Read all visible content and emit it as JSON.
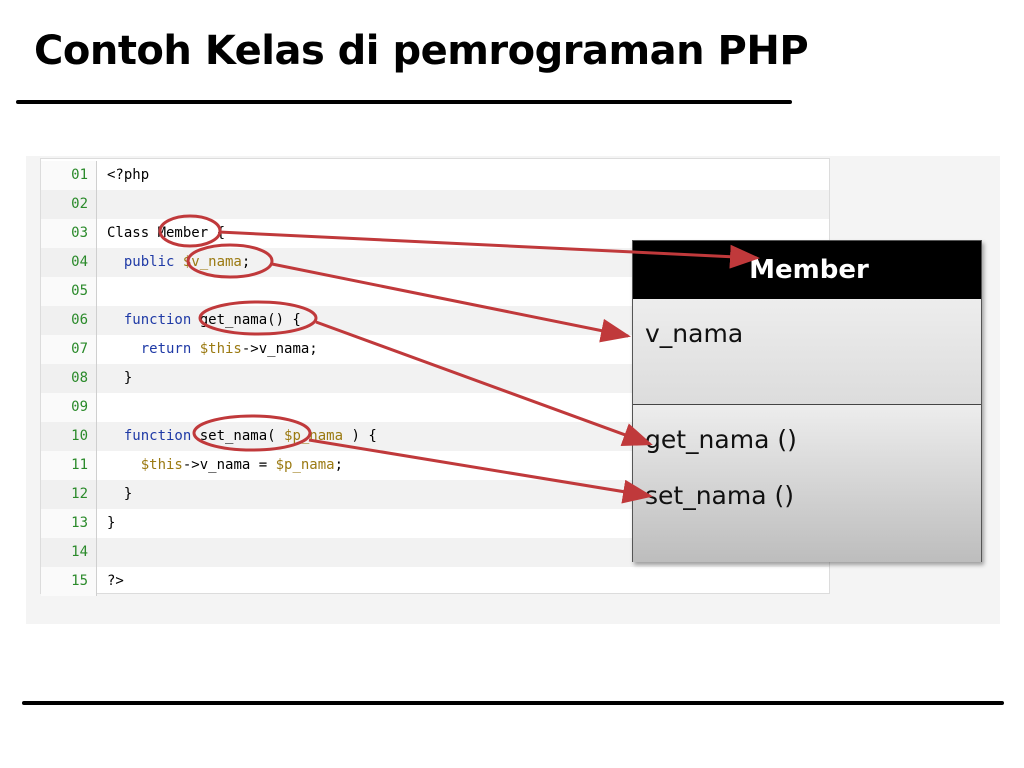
{
  "slide": {
    "title": "Contoh Kelas di pemrograman PHP"
  },
  "code": {
    "lines": [
      {
        "no": "01",
        "parts": [
          {
            "t": "<?php",
            "c": "plain"
          }
        ]
      },
      {
        "no": "02",
        "parts": []
      },
      {
        "no": "03",
        "parts": [
          {
            "t": "Class ",
            "c": "plain"
          },
          {
            "t": "Member",
            "c": "plain"
          },
          {
            "t": " {",
            "c": "plain"
          }
        ]
      },
      {
        "no": "04",
        "parts": [
          {
            "t": "  public ",
            "c": "kw"
          },
          {
            "t": "$v_nama",
            "c": "var"
          },
          {
            "t": ";",
            "c": "plain"
          }
        ]
      },
      {
        "no": "05",
        "parts": []
      },
      {
        "no": "06",
        "parts": [
          {
            "t": "  function ",
            "c": "kw"
          },
          {
            "t": "get_nama() {",
            "c": "plain"
          }
        ]
      },
      {
        "no": "07",
        "parts": [
          {
            "t": "    return ",
            "c": "kw"
          },
          {
            "t": "$this",
            "c": "var"
          },
          {
            "t": "->v_nama;",
            "c": "plain"
          }
        ]
      },
      {
        "no": "08",
        "parts": [
          {
            "t": "  }",
            "c": "plain"
          }
        ]
      },
      {
        "no": "09",
        "parts": []
      },
      {
        "no": "10",
        "parts": [
          {
            "t": "  function ",
            "c": "kw"
          },
          {
            "t": "set_nama( ",
            "c": "plain"
          },
          {
            "t": "$p_nama",
            "c": "var"
          },
          {
            "t": " ) {",
            "c": "plain"
          }
        ]
      },
      {
        "no": "11",
        "parts": [
          {
            "t": "    ",
            "c": "plain"
          },
          {
            "t": "$this",
            "c": "var"
          },
          {
            "t": "->v_nama = ",
            "c": "plain"
          },
          {
            "t": "$p_nama",
            "c": "var"
          },
          {
            "t": ";",
            "c": "plain"
          }
        ]
      },
      {
        "no": "12",
        "parts": [
          {
            "t": "  }",
            "c": "plain"
          }
        ]
      },
      {
        "no": "13",
        "parts": [
          {
            "t": "}",
            "c": "plain"
          }
        ]
      },
      {
        "no": "14",
        "parts": []
      },
      {
        "no": "15",
        "parts": [
          {
            "t": "?>",
            "c": "plain"
          }
        ]
      }
    ]
  },
  "uml": {
    "class_name": "Member",
    "attributes": [
      "v_nama"
    ],
    "methods": [
      "get_nama ()",
      "set_nama ()"
    ]
  },
  "colors": {
    "arrow": "#c0393b",
    "keyword": "#1f3aa6",
    "variable": "#9b7a12",
    "line_number": "#2a8a2a"
  }
}
